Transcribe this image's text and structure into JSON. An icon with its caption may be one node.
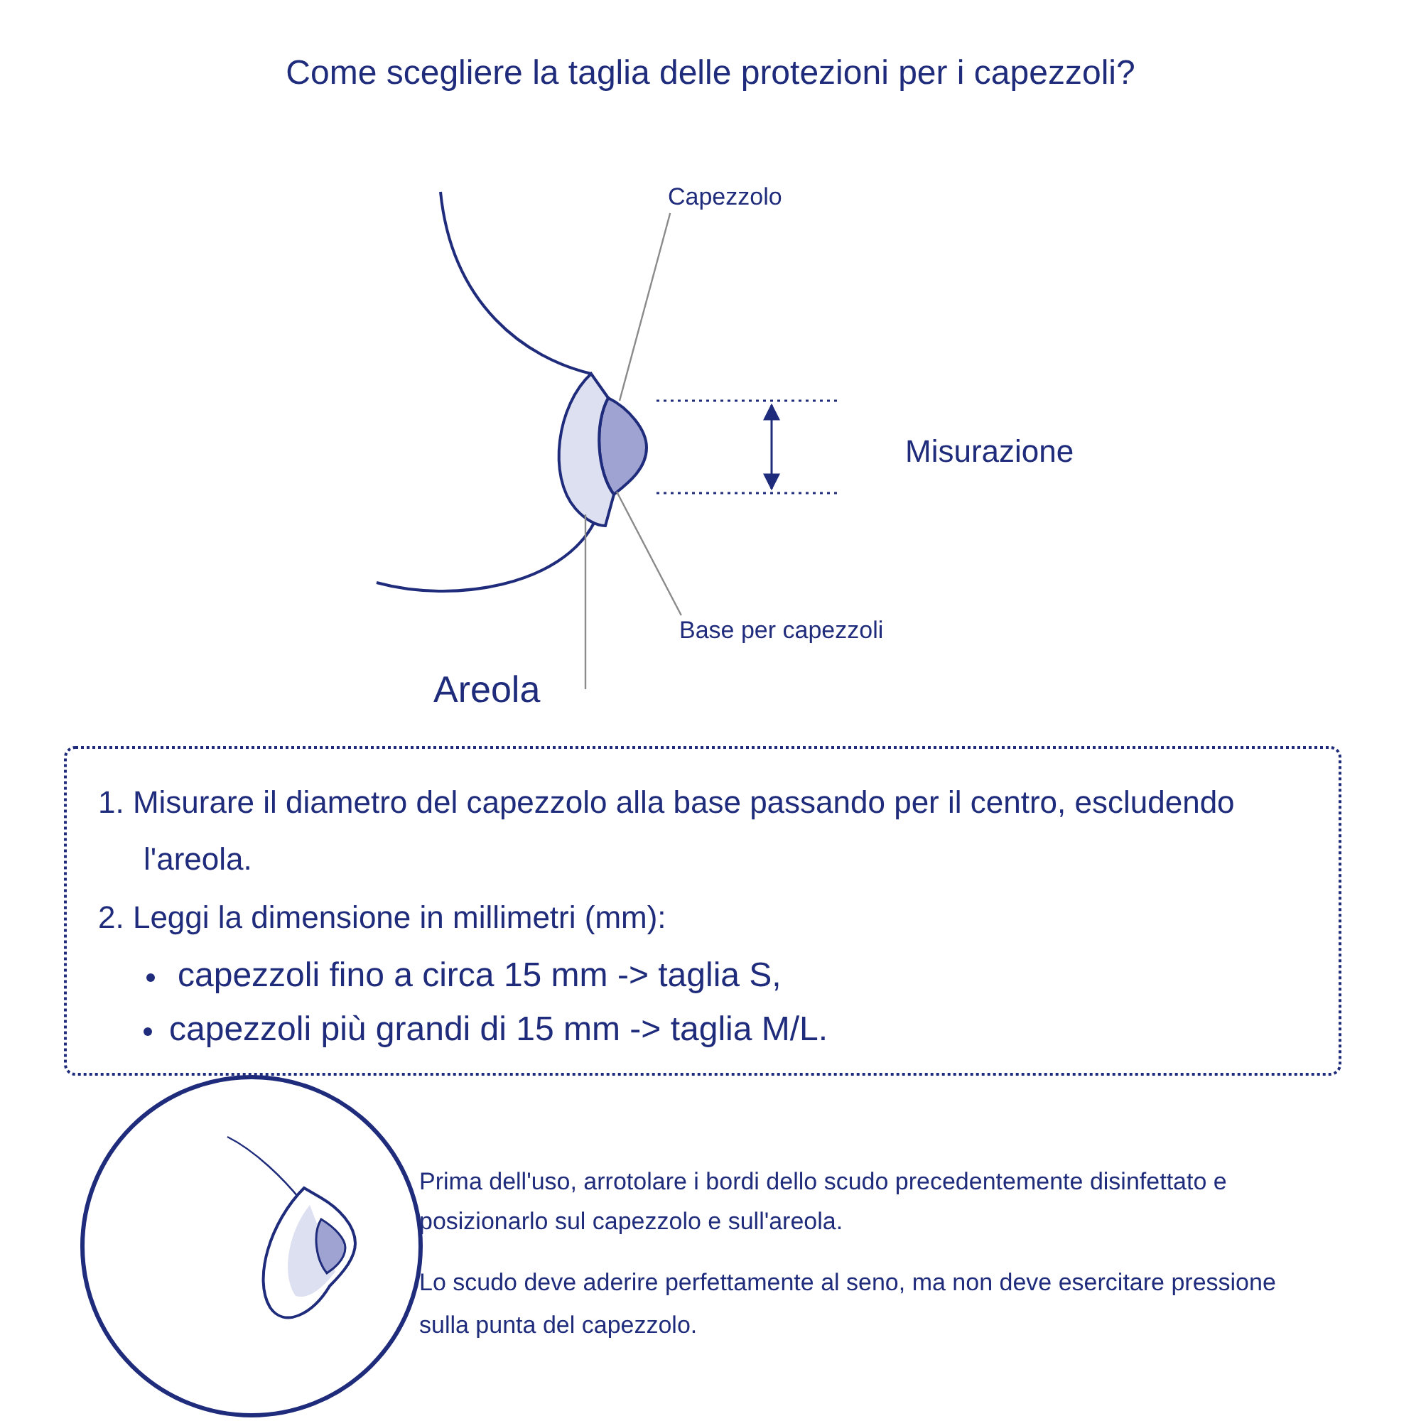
{
  "diagram": {
    "title": "Come scegliere la taglia delle protezioni per i capezzoli?",
    "nodes": [
      {
        "text": [
          "Capezzolo"
        ]
      },
      {
        "text": [],
        "shape": "picture"
      },
      {
        "text": [
          "Base per capezzoli"
        ]
      },
      {
        "text": [
          "Areola"
        ]
      },
      {
        "text": [],
        "shape": "picture"
      },
      {
        "text": [
          "1. Misurare il diametro del capezzolo alla base passando per il centro, escludendo l'areola.",
          "2. Leggi la dimensione in millimetri (mm):",
          "capezzoli fino a circa 15 mm -> taglia S,",
          "capezzoli più grandi di 15 mm -> taglia M/L."
        ]
      }
    ],
    "edges": [
      {
        "from": 0,
        "to": 1,
        "arrow": "none"
      },
      {
        "from": 2,
        "to": 1,
        "arrow": "none"
      },
      {
        "from": 3,
        "to": 4,
        "arrow": "none"
      }
    ],
    "labels": [
      "Misurazione",
      "Prima dell'uso, arrotolare i bordi dello scudo precedentemente disinfettato e posizionarlo sul capezzolo e sull'areola.",
      "Lo scudo deve aderire perfettamente al seno, ma non deve esercitare pressione sulla punta del capezzolo."
    ]
  }
}
